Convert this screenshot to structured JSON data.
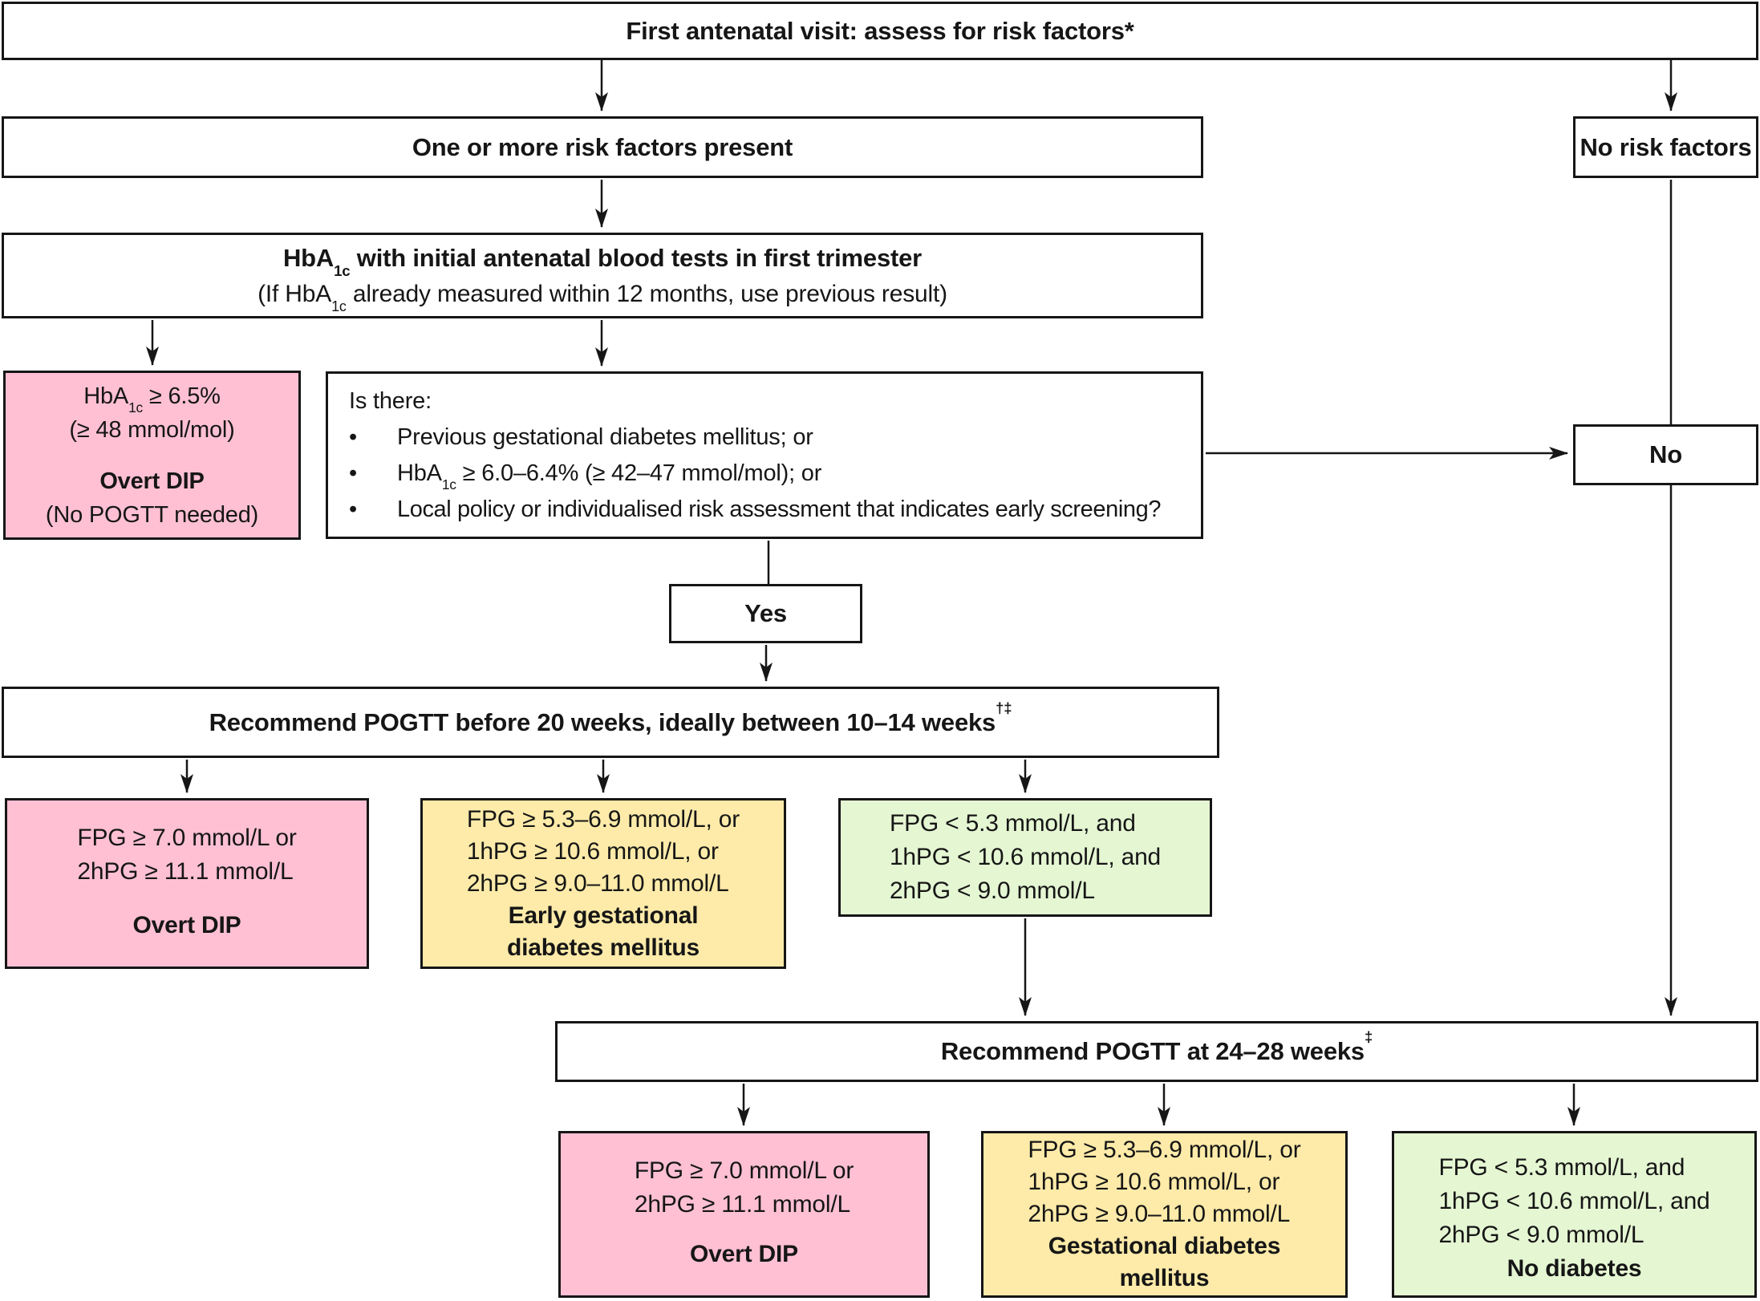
{
  "colors": {
    "pink": "#ffc0d4",
    "yellow": "#feeba9",
    "green": "#e5f6d3",
    "line": "#161616"
  },
  "glyphs": {
    "bullet": "•"
  },
  "nodes": {
    "first_visit": {
      "text": "First antenatal visit: assess for risk factors*"
    },
    "risk_present": {
      "text": "One or more risk factors present"
    },
    "no_risk_factors": {
      "text": "No risk factors"
    },
    "hba1c_test": {
      "l1a": "HbA",
      "l1sub": "1c",
      "l1b": " with initial antenatal blood tests in first trimester",
      "l2a": "(If HbA",
      "l2sub": "1c",
      "l2b": " already measured within 12 months, use previous result)"
    },
    "overt_dip_hba1c": {
      "l1a": "HbA",
      "l1sub": "1c",
      "l1b": " ≥ 6.5%",
      "l2": "(≥ 48 mmol/mol)",
      "label": "Overt DIP",
      "note": "(No POGTT needed)"
    },
    "screening_question": {
      "intro": "Is there:",
      "b1": "Previous gestational diabetes mellitus; or",
      "b2a": "HbA",
      "b2sub": "1c",
      "b2b": " ≥ 6.0–6.4% (≥ 42–47 mmol/mol); or",
      "b3": "Local policy or individualised risk assessment that indicates early screening?"
    },
    "no": {
      "text": "No"
    },
    "yes": {
      "text": "Yes"
    },
    "pogtt_early": {
      "text": "Recommend POGTT before 20 weeks, ideally between 10–14 weeks",
      "sup": "†‡"
    },
    "early_overt_dip": {
      "l1": "FPG ≥ 7.0 mmol/L or",
      "l2": "2hPG ≥ 11.1 mmol/L",
      "label": "Overt DIP"
    },
    "early_gdm": {
      "l1": "FPG ≥ 5.3–6.9 mmol/L, or",
      "l2": "1hPG ≥ 10.6 mmol/L, or",
      "l3": "2hPG ≥ 9.0–11.0 mmol/L",
      "label1": "Early gestational",
      "label2": "diabetes mellitus"
    },
    "early_normal": {
      "l1": "FPG < 5.3 mmol/L, and",
      "l2": "1hPG < 10.6 mmol/L, and",
      "l3": "2hPG < 9.0 mmol/L"
    },
    "pogtt_late": {
      "text": "Recommend POGTT at 24–28 weeks",
      "sup": "‡"
    },
    "late_overt_dip": {
      "l1": "FPG ≥ 7.0 mmol/L or",
      "l2": "2hPG ≥ 11.1 mmol/L",
      "label": "Overt DIP"
    },
    "late_gdm": {
      "l1": "FPG ≥ 5.3–6.9 mmol/L, or",
      "l2": "1hPG ≥ 10.6 mmol/L, or",
      "l3": "2hPG ≥ 9.0–11.0 mmol/L",
      "label1": "Gestational diabetes",
      "label2": "mellitus"
    },
    "late_normal": {
      "l1": "FPG < 5.3 mmol/L, and",
      "l2": "1hPG < 10.6 mmol/L, and",
      "l3": "2hPG < 9.0 mmol/L",
      "label": "No diabetes"
    }
  }
}
